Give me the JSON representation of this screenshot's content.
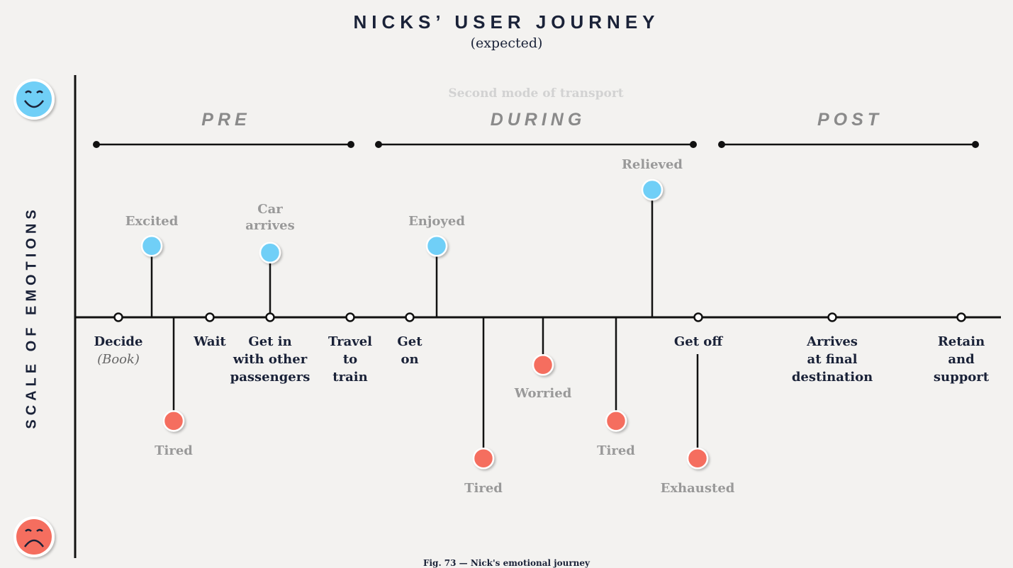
{
  "title": "NICKS’ USER JOURNEY",
  "subtitle": "(expected)",
  "y_axis_label": "SCALE OF EMOTIONS",
  "mode_label": "Second mode of transport",
  "phases": [
    "PRE",
    "DURING",
    "POST"
  ],
  "steps": [
    {
      "label": "Decide",
      "sub": "(Book)"
    },
    {
      "label": "Wait",
      "sub": ""
    },
    {
      "label": "Get in\nwith other\npassengers",
      "sub": ""
    },
    {
      "label": "Travel\nto\ntrain",
      "sub": ""
    },
    {
      "label": "Get\non",
      "sub": ""
    },
    {
      "label": "Get off",
      "sub": ""
    },
    {
      "label": "Arrives\nat final\ndestination",
      "sub": ""
    },
    {
      "label": "Retain\nand\nsupport",
      "sub": ""
    }
  ],
  "emotions": [
    {
      "label": "Excited",
      "valence": "positive",
      "level": 0.42
    },
    {
      "label": "Tired",
      "valence": "negative",
      "level": -0.61
    },
    {
      "label": "Car\narrives",
      "valence": "positive",
      "level": 0.38
    },
    {
      "label": "Enjoyed",
      "valence": "positive",
      "level": 0.42
    },
    {
      "label": "Tired",
      "valence": "negative",
      "level": -0.83
    },
    {
      "label": "Worried",
      "valence": "negative",
      "level": -0.28
    },
    {
      "label": "Tired",
      "valence": "negative",
      "level": -0.61
    },
    {
      "label": "Relieved",
      "valence": "positive",
      "level": 0.75
    },
    {
      "label": "Exhausted",
      "valence": "negative",
      "level": -0.83
    }
  ],
  "icons": {
    "top": "happy-face-icon",
    "bottom": "sad-face-icon"
  },
  "colors": {
    "positive": "#6fcff7",
    "negative": "#f56e5f",
    "ink": "#1a2238",
    "muted": "#999999"
  },
  "caption": "Fig. 73 — Nick's emotional journey"
}
